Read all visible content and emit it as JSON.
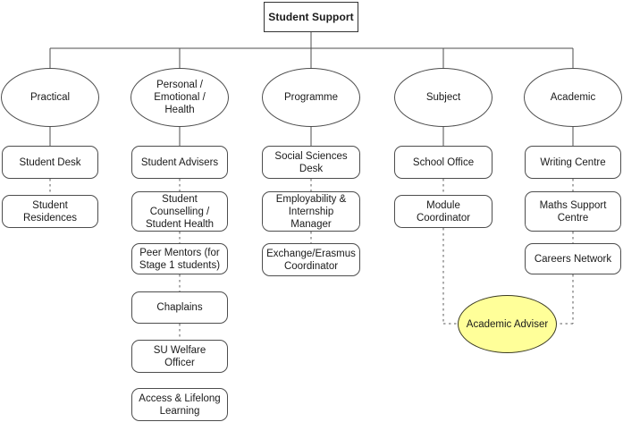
{
  "diagram": {
    "title": "Student Support",
    "root": {
      "label": "Student Support",
      "shape": "rectangle"
    },
    "categories": [
      {
        "label": "Practical",
        "shape": "ellipse"
      },
      {
        "label": "Personal /\nEmotional /\nHealth",
        "shape": "ellipse"
      },
      {
        "label": "Programme",
        "shape": "ellipse"
      },
      {
        "label": "Subject",
        "shape": "ellipse"
      },
      {
        "label": "Academic",
        "shape": "ellipse"
      }
    ],
    "columns": [
      {
        "category": "Practical",
        "items": [
          {
            "label": "Student Desk"
          },
          {
            "label": "Student\nResidences"
          }
        ]
      },
      {
        "category": "Personal / Emotional / Health",
        "items": [
          {
            "label": "Student Advisers"
          },
          {
            "label": "Student\nCounselling /\nStudent Health"
          },
          {
            "label": "Peer Mentors (for\nStage 1 students)"
          },
          {
            "label": "Chaplains"
          },
          {
            "label": "SU Welfare\nOfficer"
          },
          {
            "label": "Access & Lifelong\nLearning"
          }
        ]
      },
      {
        "category": "Programme",
        "items": [
          {
            "label": "Social Sciences\nDesk"
          },
          {
            "label": "Employability &\nInternship\nManager"
          },
          {
            "label": "Exchange/Erasmus\nCoordinator"
          }
        ]
      },
      {
        "category": "Subject",
        "items": [
          {
            "label": "School Office"
          },
          {
            "label": "Module\nCoordinator"
          }
        ]
      },
      {
        "category": "Academic",
        "items": [
          {
            "label": "Writing Centre"
          },
          {
            "label": "Maths Support\nCentre"
          },
          {
            "label": "Careers Network"
          }
        ]
      }
    ],
    "highlight_node": {
      "label": "Academic Adviser",
      "shape": "ellipse",
      "fill": "#FFFF99",
      "stroke": "#3B3B24"
    },
    "colors": {
      "background": "#FFFFFF",
      "node_fill": "#FFFFFF",
      "node_stroke": "#4D4D4D",
      "root_stroke": "#333333",
      "text": "#1A1A1A",
      "connector_solid": "#4D4D4D",
      "connector_dashed": "#595959",
      "highlight_fill": "#FFFF99"
    }
  }
}
